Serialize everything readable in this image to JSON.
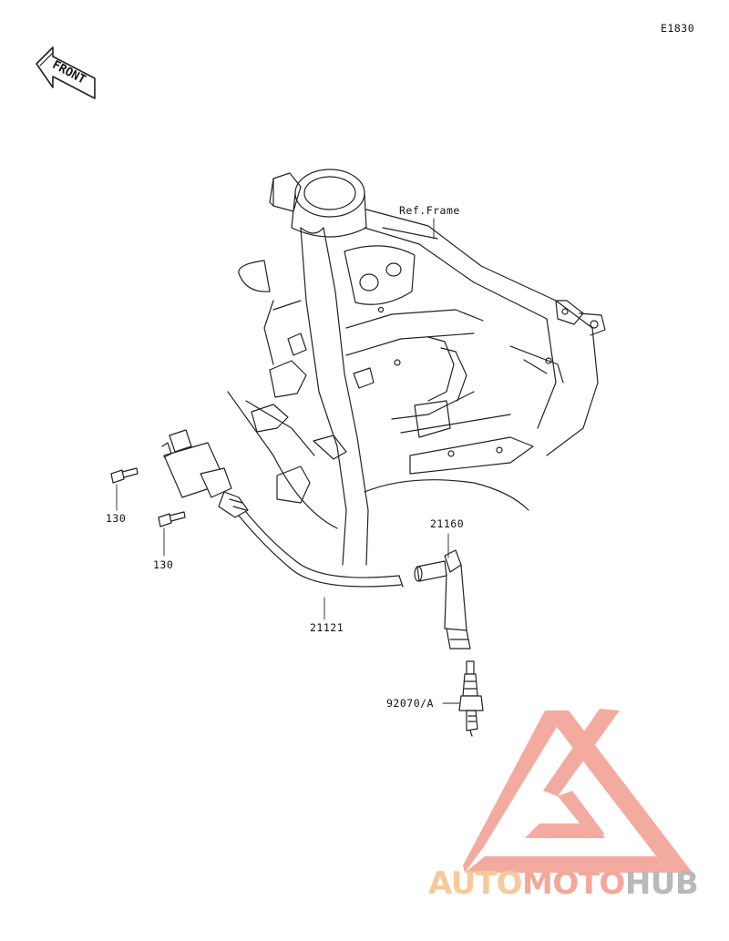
{
  "diagram_code": "E1830",
  "front_label": "FRONT",
  "labels": {
    "ref_frame": "Ref.Frame",
    "bolt_upper": "130",
    "bolt_lower": "130",
    "plug_cap": "21160",
    "ignition_coil": "21121",
    "spark_plug": "92070/A"
  },
  "watermark": {
    "part1": "AUTO",
    "part2": "MOTO",
    "part3": "HUB",
    "colors": {
      "auto": "#f7c99b",
      "moto": "#f4a79a",
      "hub": "#b9b9b9",
      "triangle": "#f4a79a"
    }
  }
}
